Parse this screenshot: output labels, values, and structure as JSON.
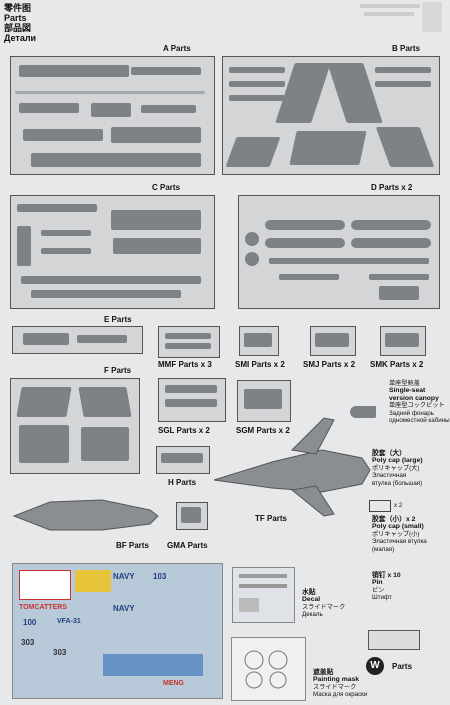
{
  "header": {
    "line1": "零件图",
    "line2": "Parts",
    "line3": "部品図",
    "line4": "Детали"
  },
  "labels": {
    "a": "A  Parts",
    "b": "B  Parts",
    "c": "C  Parts",
    "d": "D  Parts x 2",
    "e": "E  Parts",
    "mmf": "MMF  Parts x 3",
    "smi": "SMI  Parts x 2",
    "smj": "SMJ  Parts x 2",
    "smk": "SMK  Parts x 2",
    "f": "F  Parts",
    "sgl": "SGL  Parts x 2",
    "sgm": "SGM  Parts x 2",
    "h": "H  Parts",
    "tf": "TF  Parts",
    "bf": "BF  Parts",
    "gma": "GMA  Parts"
  },
  "canopy": {
    "cn": "单座型舱盖",
    "en1": "Single-seat",
    "en2": "version canopy",
    "jp": "単座型コックピット",
    "ru1": "Задний фонарь",
    "ru2": "одноместной кабины"
  },
  "polycap_large": {
    "cn": "胶套（大）",
    "en": "Poly cap (large)",
    "jp": "ポリキャップ(大)",
    "ru1": "Эластичная",
    "ru2": "втулка (большая)"
  },
  "polycap_small": {
    "qty": "x 2",
    "cn": "胶套（小）x 2",
    "en": "Poly cap (small)",
    "jp": "ポリキャップ(小)",
    "ru1": "Эластичная втулка",
    "ru2": "(малая)"
  },
  "pin": {
    "cn": "销钉 x 10",
    "en": "Pin",
    "jp": "ピン",
    "ru": "Штифт"
  },
  "decal": {
    "cn": "水贴",
    "en": "Decal",
    "jp": "スライドマーク",
    "ru": "Декаль"
  },
  "mask": {
    "cn": "遮盖贴",
    "en": "Painting mask",
    "jp": "スライドマーク",
    "ru": "Маска для окраски"
  },
  "w_parts": {
    "badge": "W",
    "label": "Parts"
  },
  "decal_sheet": {
    "navy": "NAVY",
    "tomcatters": "TOMCATTERS",
    "num_100": "100",
    "num_103": "103",
    "num_303": "303",
    "vfa": "VFA-31",
    "brand": "MENG"
  },
  "colors": {
    "plastic": "#7e8286",
    "decal_blue": "#2f6fb4",
    "decal_red": "#c8352e",
    "decal_yellow": "#e7c53a"
  }
}
